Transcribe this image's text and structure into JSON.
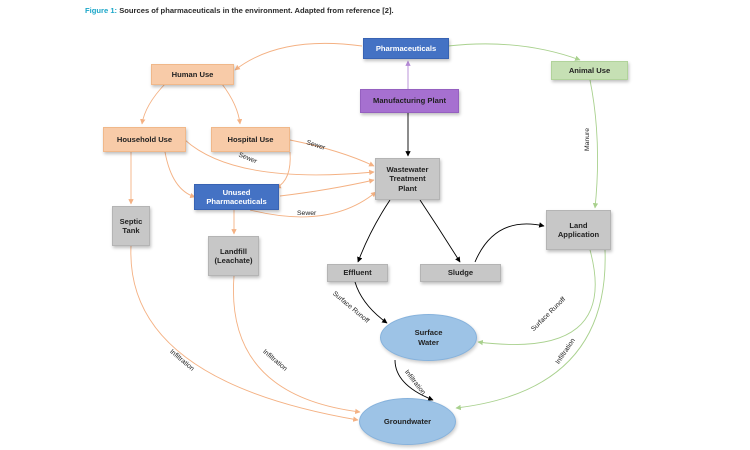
{
  "caption": {
    "figure_label": "Figure 1:",
    "text": "Sources of pharmaceuticals in the environment. Adapted from reference [2]."
  },
  "nodes": {
    "pharmaceuticals": "Pharmaceuticals",
    "human_use": "Human Use",
    "animal_use": "Animal Use",
    "manufacturing_plant": "Manufacturing Plant",
    "household_use": "Household Use",
    "hospital_use": "Hospital Use",
    "wastewater_treatment_plant": "Wastewater\nTreatment\nPlant",
    "unused_pharmaceuticals": "Unused\nPharmaceuticals",
    "septic_tank": "Septic\nTank",
    "landfill": "Landfill\n(Leachate)",
    "effluent": "Effluent",
    "sludge": "Sludge",
    "land_application": "Land\nApplication",
    "surface_water": "Surface\nWater",
    "groundwater": "Groundwater"
  },
  "edge_labels": {
    "sewer_hospital": "Sewer",
    "sewer_household": "Sewer",
    "sewer_unused": "Sewer",
    "manure": "Manure",
    "surface_runoff_effluent": "Surface Runoff",
    "surface_runoff_land": "Surface Runoff",
    "infiltration_septic": "Infiltration",
    "infiltration_landfill": "Infiltration",
    "infiltration_surface_water": "Infiltration",
    "infiltration_land": "Infiltration"
  },
  "colors": {
    "human_sources": "#f8cba8",
    "pharmaceutical": "#4472c4",
    "animal": "#c6e0b4",
    "manufacturing": "#a670d0",
    "treatment": "#c7c7c7",
    "water": "#9dc3e6",
    "arrow_orange": "#f4b183",
    "arrow_green": "#a9d18e",
    "arrow_purple": "#b48ad6",
    "arrow_black": "#000000",
    "caption_accent": "#1aa6c8"
  }
}
